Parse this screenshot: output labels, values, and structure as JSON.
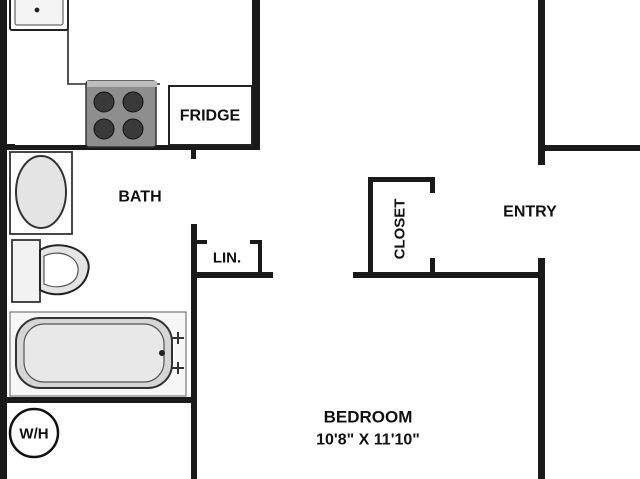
{
  "labels": {
    "fridge": "FRIDGE",
    "bath": "BATH",
    "linen": "LIN.",
    "closet": "CLOSET",
    "entry": "ENTRY",
    "bedroom": "BEDROOM",
    "bedroom_size": "10'8\" X 11'10\"",
    "water_heater": "W/H"
  },
  "colors": {
    "wall": "#1a1a1a",
    "stove": "#8e8e8e",
    "burner": "#3a3a3a",
    "tub": "#d6d6d6",
    "fixture": "#e4e4e4"
  }
}
